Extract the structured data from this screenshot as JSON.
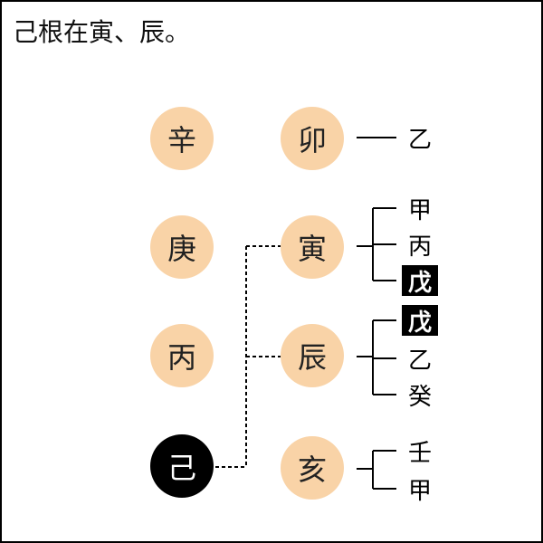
{
  "title": "己根在寅、辰。",
  "stems": [
    {
      "label": "辛",
      "highlight": false
    },
    {
      "label": "庚",
      "highlight": false
    },
    {
      "label": "丙",
      "highlight": false
    },
    {
      "label": "己",
      "highlight": true
    }
  ],
  "branches": [
    {
      "label": "卯",
      "hidden": [
        {
          "label": "乙",
          "highlight": false
        }
      ]
    },
    {
      "label": "寅",
      "hidden": [
        {
          "label": "甲",
          "highlight": false
        },
        {
          "label": "丙",
          "highlight": false
        },
        {
          "label": "戊",
          "highlight": true
        }
      ]
    },
    {
      "label": "辰",
      "hidden": [
        {
          "label": "戊",
          "highlight": true
        },
        {
          "label": "乙",
          "highlight": false
        },
        {
          "label": "癸",
          "highlight": false
        }
      ]
    },
    {
      "label": "亥",
      "hidden": [
        {
          "label": "壬",
          "highlight": false
        },
        {
          "label": "甲",
          "highlight": false
        }
      ]
    }
  ],
  "colors": {
    "circle_fill": "#f9d3a7",
    "highlight_fill": "#000000",
    "line": "#000000"
  }
}
